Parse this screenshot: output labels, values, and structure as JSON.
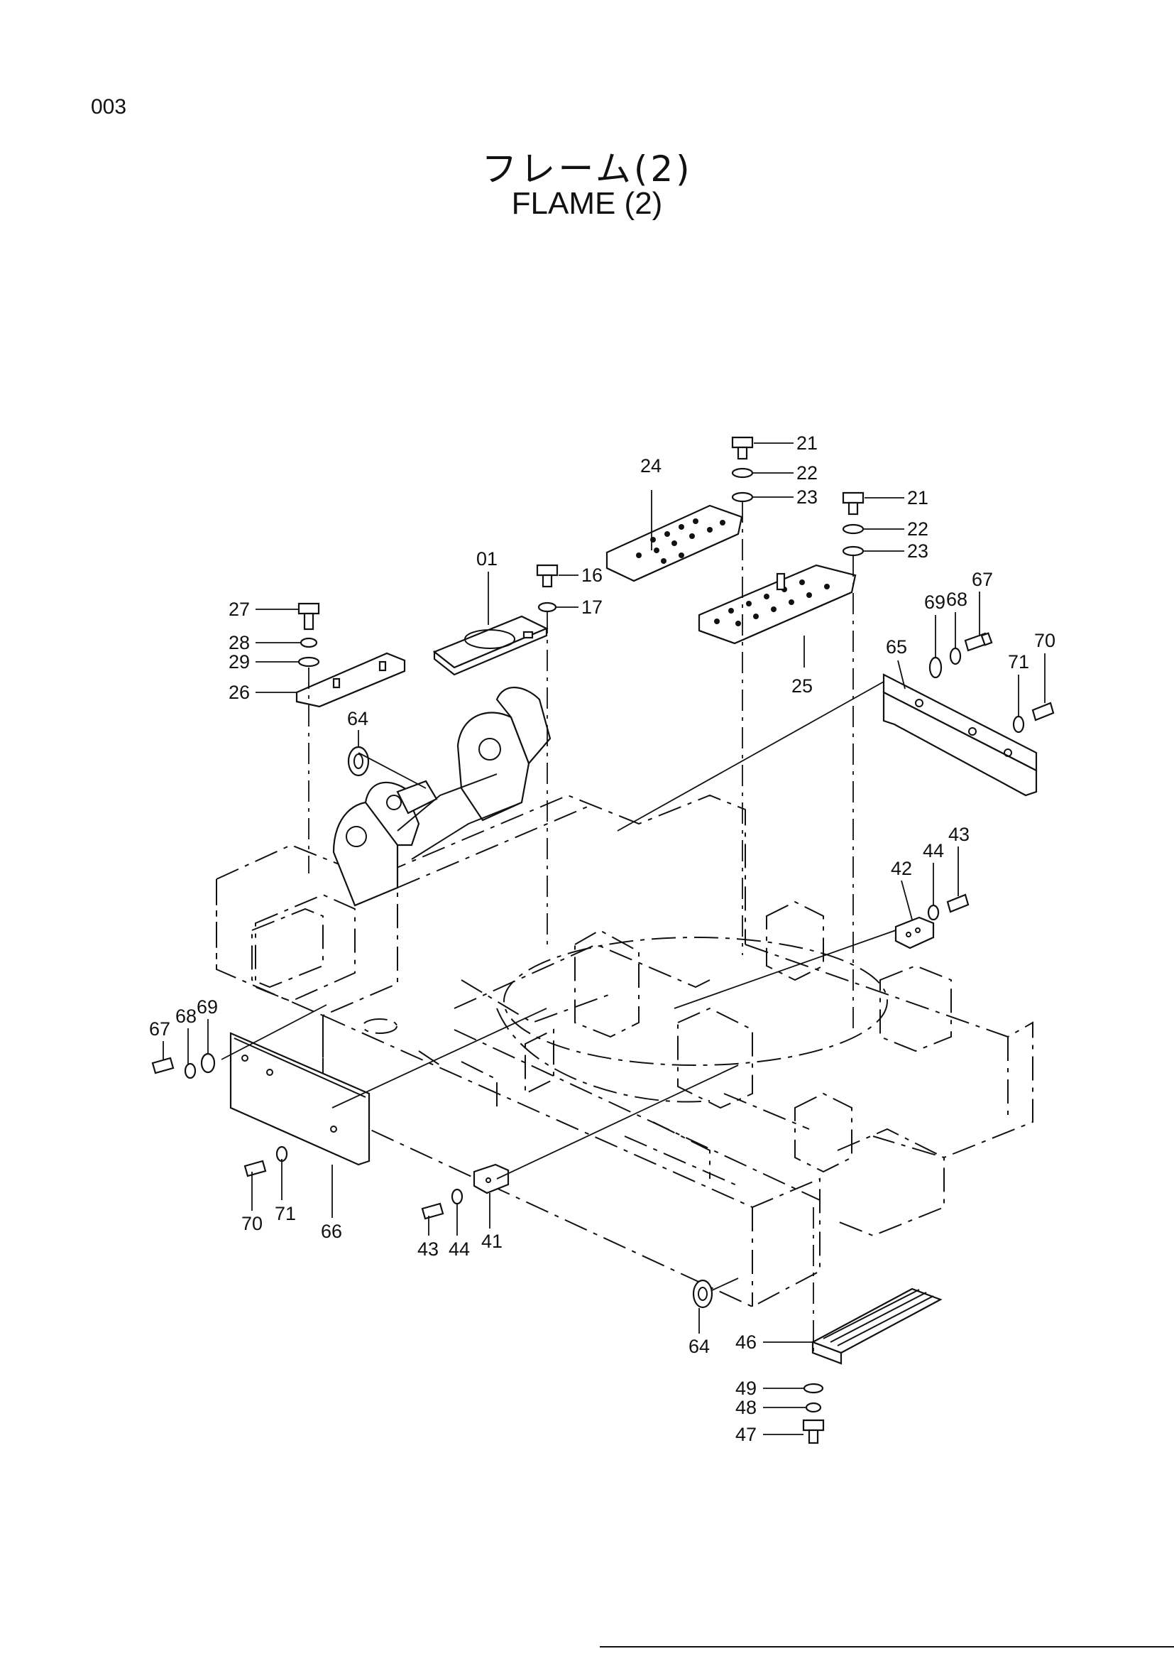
{
  "header": {
    "page_number": "003",
    "title_jp": "フレーム(2)",
    "title_en": "FLAME (2)"
  },
  "callouts": {
    "c01": "01",
    "c16": "16",
    "c17": "17",
    "c21a": "21",
    "c22a": "22",
    "c23a": "23",
    "c21b": "21",
    "c22b": "22",
    "c23b": "23",
    "c24": "24",
    "c25": "25",
    "c26": "26",
    "c27": "27",
    "c28": "28",
    "c29": "29",
    "c64a": "64",
    "c65": "65",
    "c67a": "67",
    "c68a": "68",
    "c69a": "69",
    "c70a": "70",
    "c71a": "71",
    "c42": "42",
    "c43a": "43",
    "c44a": "44",
    "c67b": "67",
    "c68b": "68",
    "c69b": "69",
    "c70b": "70",
    "c71b": "71",
    "c66": "66",
    "c43b": "43",
    "c44b": "44",
    "c41": "41",
    "c64b": "64",
    "c46": "46",
    "c49": "49",
    "c48": "48",
    "c47": "47"
  }
}
